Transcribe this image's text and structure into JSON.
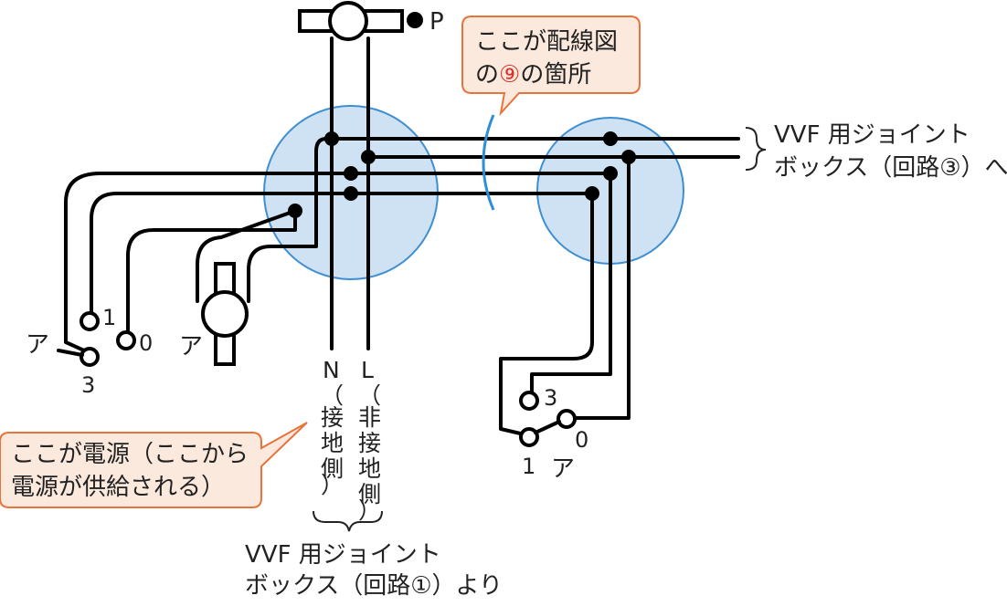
{
  "colors": {
    "junction_fill": "#cfe2f3",
    "junction_stroke": "#3d8fd1",
    "callout_fill": "#fbe9dd",
    "callout_stroke": "#e8743b",
    "callout_highlight": "#e0322a",
    "marker_stroke": "#2d8fd8",
    "wire": "#000000"
  },
  "labels": {
    "pilot_lamp": "P",
    "switch_left_tag": "ア",
    "switch_left_t1": "1",
    "switch_left_t0": "0",
    "switch_left_t3": "3",
    "receptacle_tag": "ア",
    "neutral_letter": "N",
    "neutral_desc": [
      "（",
      "接",
      "地",
      "側",
      "）"
    ],
    "line_letter": "L",
    "line_desc": [
      "（",
      "非",
      "接",
      "地",
      "側",
      "）"
    ],
    "switch_right_t3": "3",
    "switch_right_t0": "0",
    "switch_right_t1": "1",
    "switch_right_tag": "ア",
    "to_circuit3_line1": "VVF 用ジョイント",
    "to_circuit3_line2": "ボックス（回路③）へ",
    "from_circuit1_line1": "VVF 用ジョイント",
    "from_circuit1_line2": "ボックス（回路①）より"
  },
  "callouts": {
    "wiring_point": {
      "line1": "ここが配線図",
      "line2_prefix": "の",
      "line2_mark": "⑨",
      "line2_suffix": "の箇所"
    },
    "power_source": {
      "line1": "ここが電源（ここから",
      "line2": "電源が供給される）"
    }
  }
}
